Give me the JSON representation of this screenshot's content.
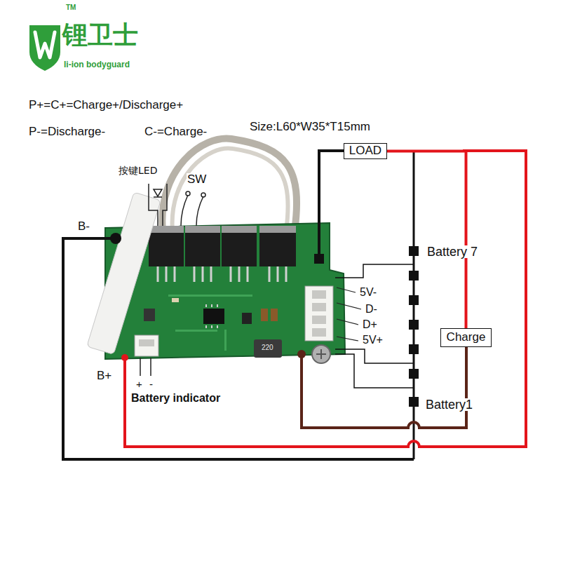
{
  "diagram": {
    "nodes": [
      {
        "text": [
          "LOAD"
        ]
      },
      {
        "text": [
          "Charge"
        ]
      }
    ],
    "edges": [
      {
        "from": 0,
        "to": 1,
        "arrow": "none"
      }
    ],
    "labels": [
      "TM",
      "锂卫士",
      "li-ion bodyguard",
      "P+=C+=Charge+/Discharge+",
      "P-=Discharge-",
      "C-=Charge-",
      "Size:L60*W35*T15mm",
      "按键LED",
      "SW",
      "B-",
      "Battery 7",
      "5V-",
      "D-",
      "D+",
      "5V+",
      "220",
      "B+",
      "+",
      "-",
      "Battery indicator",
      "Battery1"
    ]
  }
}
